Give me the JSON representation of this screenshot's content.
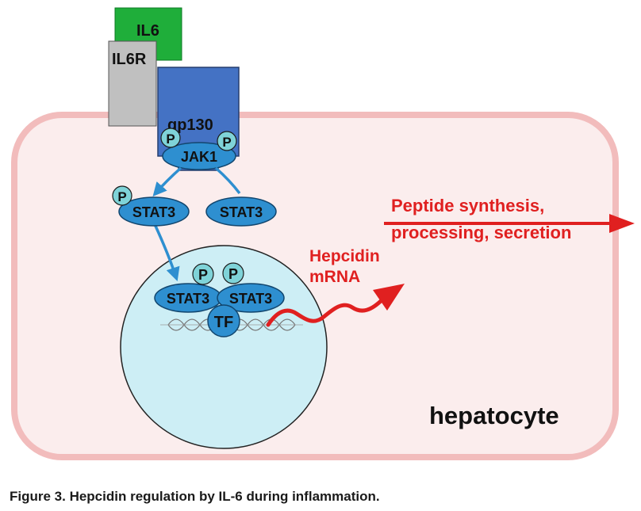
{
  "labels": {
    "il6": "IL6",
    "il6r": "IL6R",
    "gp130": "gp130",
    "jak1": "JAK1",
    "phospho": "P",
    "stat3": "STAT3",
    "tf": "TF",
    "hepcidin_line1": "Hepcidin",
    "hepcidin_line2": "mRNA",
    "peptide_line1": "Peptide synthesis,",
    "peptide_line2": "processing, secretion",
    "cell": "hepatocyte"
  },
  "caption": "Figure 3. Hepcidin regulation by IL-6 during inflammation.",
  "colors": {
    "il6_green": "#1fae3a",
    "il6r_gray": "#c0c0c0",
    "gp130_blue": "#4472c4",
    "protein_blue": "#2e8fd0",
    "phospho_teal": "#7fd3d8",
    "cell_fill": "#fbeded",
    "cell_border": "#f2bcbc",
    "nucleus_fill": "#cdeef5",
    "arrow_red": "#e02020",
    "arrow_blue": "#2e8fd0"
  }
}
